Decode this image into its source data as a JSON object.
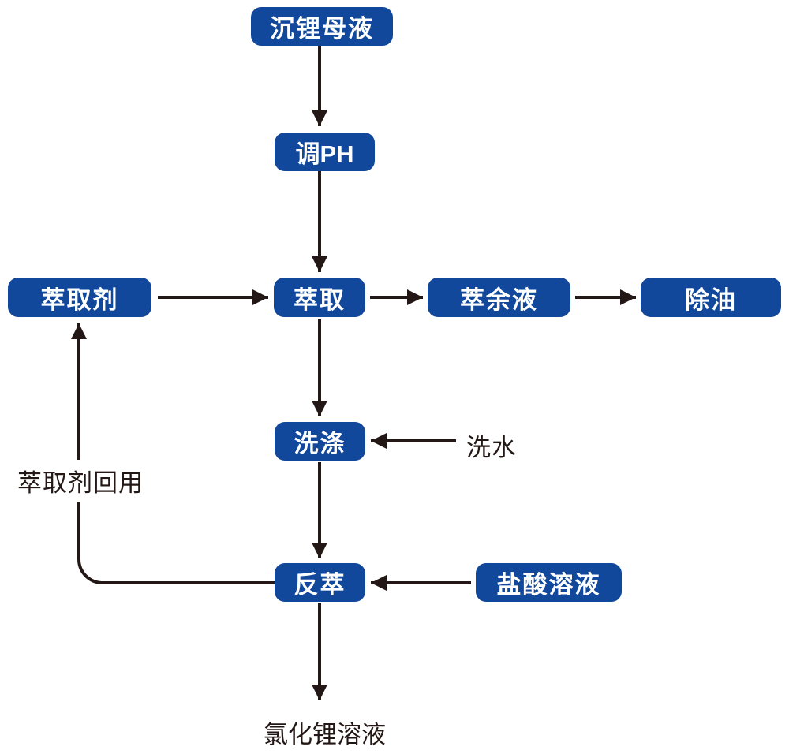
{
  "diagram": {
    "description_type": "flowchart",
    "colors": {
      "node_fill": "#11489c",
      "node_text": "#ffffff",
      "line": "#231815",
      "background": "#ffffff"
    },
    "nodes": {
      "mother_liquor": {
        "label": "沉锂母液",
        "style": "box"
      },
      "adjust_ph": {
        "label": "调PH",
        "style": "box"
      },
      "extractant": {
        "label": "萃取剂",
        "style": "box"
      },
      "extraction": {
        "label": "萃取",
        "style": "box"
      },
      "raffinate": {
        "label": "萃余液",
        "style": "box"
      },
      "oil_removal": {
        "label": "除油",
        "style": "box"
      },
      "washing": {
        "label": "洗涤",
        "style": "box"
      },
      "wash_water": {
        "label": "洗水",
        "style": "plain-text"
      },
      "stripping": {
        "label": "反萃",
        "style": "box"
      },
      "hcl_solution": {
        "label": "盐酸溶液",
        "style": "box"
      },
      "licl_solution": {
        "label": "氯化锂溶液",
        "style": "plain-text"
      }
    },
    "edges": [
      {
        "from": "mother_liquor",
        "to": "adjust_ph",
        "label": ""
      },
      {
        "from": "adjust_ph",
        "to": "extraction",
        "label": ""
      },
      {
        "from": "extractant",
        "to": "extraction",
        "label": ""
      },
      {
        "from": "extraction",
        "to": "raffinate",
        "label": ""
      },
      {
        "from": "raffinate",
        "to": "oil_removal",
        "label": ""
      },
      {
        "from": "extraction",
        "to": "washing",
        "label": ""
      },
      {
        "from": "wash_water",
        "to": "washing",
        "label": ""
      },
      {
        "from": "washing",
        "to": "stripping",
        "label": ""
      },
      {
        "from": "hcl_solution",
        "to": "stripping",
        "label": ""
      },
      {
        "from": "stripping",
        "to": "licl_solution",
        "label": ""
      },
      {
        "from": "stripping",
        "to": "extractant",
        "label": "萃取剂回用"
      }
    ],
    "labels": {
      "extractant_reuse": "萃取剂回用"
    }
  }
}
